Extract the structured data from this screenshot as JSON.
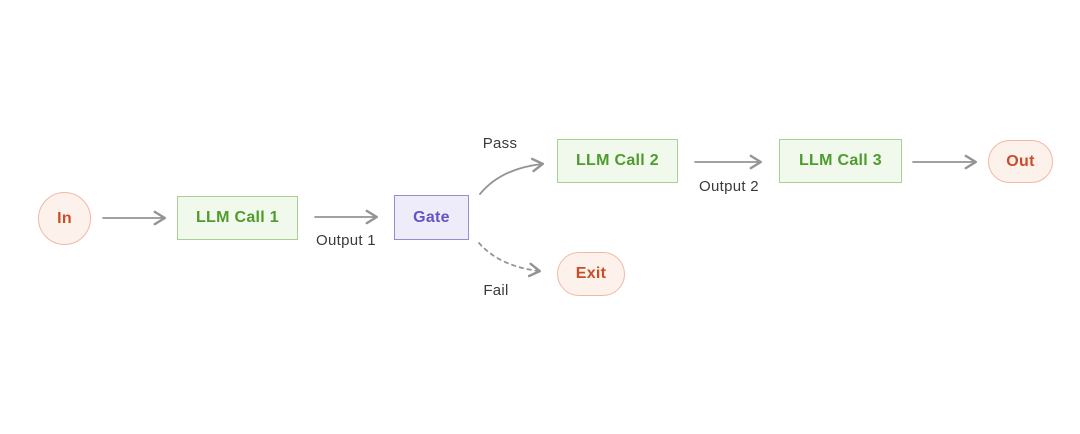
{
  "diagram": {
    "kind": "flowchart",
    "description": "LLM workflow with gate check: chained LLM calls, pass continues the chain, fail exits",
    "nodes": {
      "in": {
        "label": "In",
        "type": "terminal-start"
      },
      "llm1": {
        "label": "LLM Call 1",
        "type": "process"
      },
      "gate": {
        "label": "Gate",
        "type": "decision"
      },
      "llm2": {
        "label": "LLM Call 2",
        "type": "process"
      },
      "llm3": {
        "label": "LLM Call 3",
        "type": "process"
      },
      "out": {
        "label": "Out",
        "type": "terminal-end"
      },
      "exit": {
        "label": "Exit",
        "type": "terminal-end"
      }
    },
    "edges": [
      {
        "from": "in",
        "to": "llm1",
        "label": "",
        "style": "solid"
      },
      {
        "from": "llm1",
        "to": "gate",
        "label": "Output 1",
        "style": "solid"
      },
      {
        "from": "gate",
        "to": "llm2",
        "label": "Pass",
        "style": "solid-curved"
      },
      {
        "from": "gate",
        "to": "exit",
        "label": "Fail",
        "style": "dashed-curved"
      },
      {
        "from": "llm2",
        "to": "llm3",
        "label": "Output 2",
        "style": "solid"
      },
      {
        "from": "llm3",
        "to": "out",
        "label": "",
        "style": "solid"
      }
    ],
    "edge_labels": {
      "output1": "Output 1",
      "pass": "Pass",
      "fail": "Fail",
      "output2": "Output 2"
    },
    "colors": {
      "background": "#ffffff",
      "llm_fill": "#f1f8ec",
      "llm_border": "#a9cf92",
      "llm_text": "#4e9b2e",
      "gate_fill": "#efecfa",
      "gate_border": "#9a8bd0",
      "gate_text": "#6553c5",
      "terminal_fill": "#fdf1ec",
      "terminal_border": "#f1b8a3",
      "terminal_text": "#c94e28",
      "arrow": "#949494",
      "edge_label_text": "#3a3a3a"
    }
  }
}
